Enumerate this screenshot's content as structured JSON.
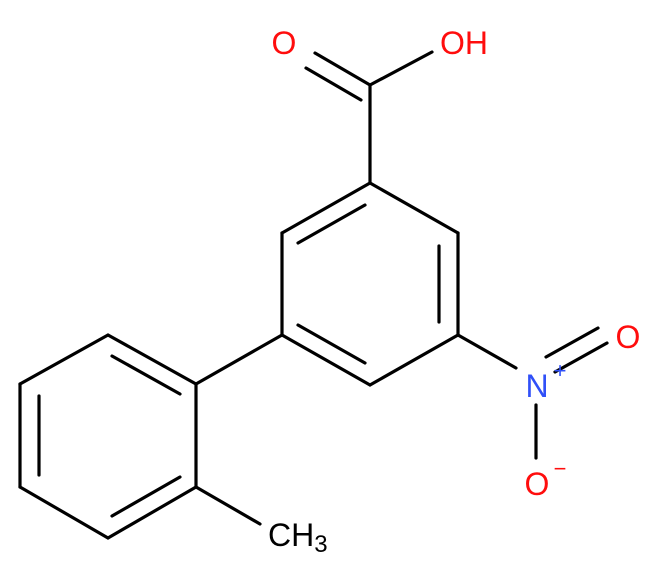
{
  "molecule": {
    "atoms": {
      "carbonyl_oxygen": "O",
      "hydroxyl": "OH",
      "nitro_nitrogen": "N",
      "nitro_nitrogen_charge": "+",
      "nitro_oxygen_double": "O",
      "nitro_oxygen_single": "O",
      "nitro_oxygen_charge": "−",
      "methyl_c": "CH",
      "methyl_sub": "3"
    },
    "colors": {
      "bond": "#000000",
      "oxygen": "#ff0d0d",
      "nitrogen": "#3050f8",
      "carbon_label": "#000000"
    }
  }
}
